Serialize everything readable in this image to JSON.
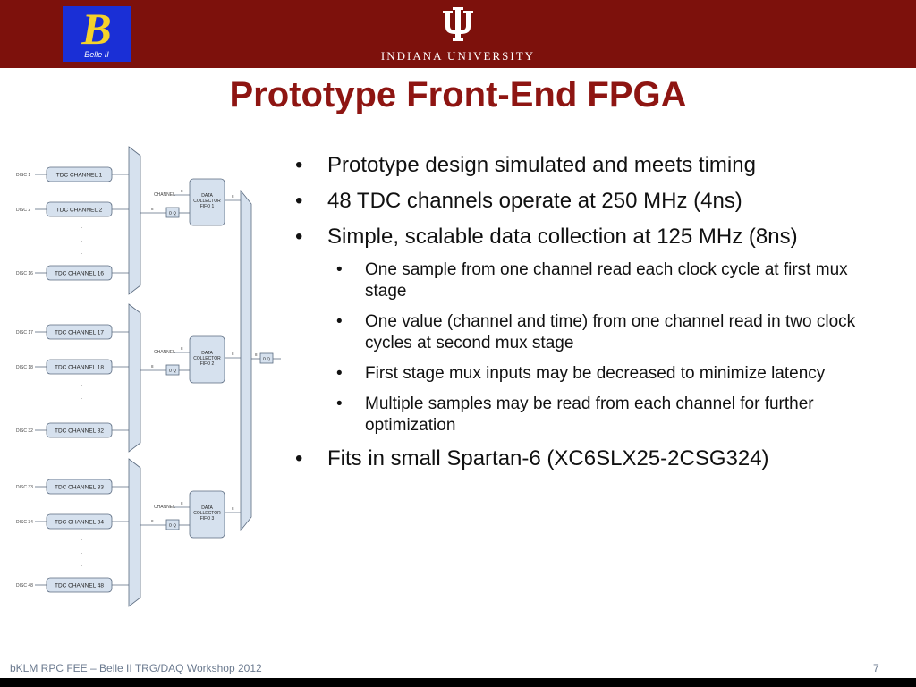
{
  "header": {
    "logo_glyph": "B",
    "logo_caption": "Belle II",
    "university": "INDIANA UNIVERSITY",
    "bar_color": "#7d110c"
  },
  "title": "Prototype Front-End FPGA",
  "diagram": {
    "groups": [
      {
        "channels": [
          {
            "disc": "DISC 1",
            "label": "TDC CHANNEL 1"
          },
          {
            "disc": "DISC 2",
            "label": "TDC CHANNEL 2"
          },
          {
            "disc": "DISC 16",
            "label": "TDC CHANNEL 16"
          }
        ],
        "fifo": [
          "DATA",
          "COLLECTOR",
          "FIFO 1"
        ]
      },
      {
        "channels": [
          {
            "disc": "DISC 17",
            "label": "TDC CHANNEL 17"
          },
          {
            "disc": "DISC 18",
            "label": "TDC CHANNEL 18"
          },
          {
            "disc": "DISC 32",
            "label": "TDC CHANNEL 32"
          }
        ],
        "fifo": [
          "DATA",
          "COLLECTOR",
          "FIFO 2"
        ]
      },
      {
        "channels": [
          {
            "disc": "DISC 33",
            "label": "TDC CHANNEL 33"
          },
          {
            "disc": "DISC 34",
            "label": "TDC CHANNEL 34"
          },
          {
            "disc": "DISC 48",
            "label": "TDC CHANNEL 48"
          }
        ],
        "fifo": [
          "DATA",
          "COLLECTOR",
          "FIFO 3"
        ]
      }
    ],
    "channel_label": "CHANNEL",
    "dq_label": "D Q",
    "bus_width": "8",
    "ellipsis": "·"
  },
  "bullets": [
    {
      "level": 1,
      "text": "Prototype design simulated and meets timing"
    },
    {
      "level": 1,
      "text": "48 TDC channels operate at 250 MHz (4ns)"
    },
    {
      "level": 1,
      "text": "Simple, scalable data collection at 125 MHz (8ns)"
    },
    {
      "level": 2,
      "text": "One sample from one channel read each clock cycle at first mux stage"
    },
    {
      "level": 2,
      "text": "One value (channel and time) from one channel read in two clock cycles at second mux stage"
    },
    {
      "level": 2,
      "text": "First stage mux inputs may be decreased to minimize latency"
    },
    {
      "level": 2,
      "text": "Multiple samples may be read from each channel for further optimization"
    },
    {
      "level": 1,
      "text": "Fits in small Spartan-6 (XC6SLX25-2CSG324)"
    }
  ],
  "bullet_glyph": "•",
  "footer": {
    "left": "bKLM RPC FEE – Belle II TRG/DAQ Workshop 2012",
    "page": "7"
  }
}
